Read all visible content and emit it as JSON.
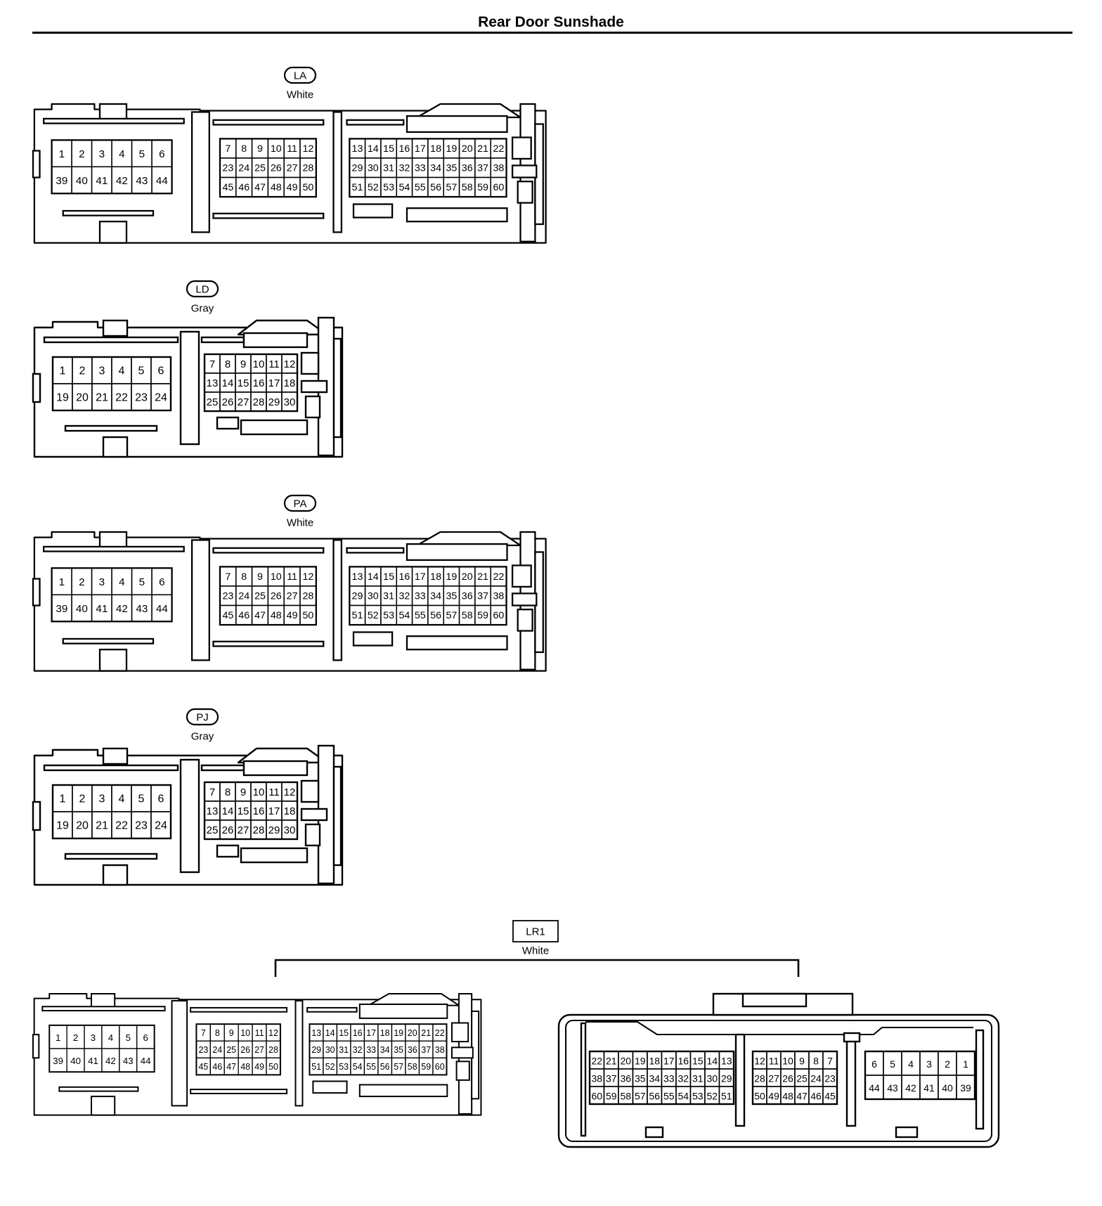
{
  "title": "Rear Door Sunshade",
  "connectors": [
    {
      "id": "LA",
      "color": "White",
      "badge": "pill",
      "size": "large",
      "pin_rows": [
        [
          "1",
          "2",
          "3",
          "4",
          "5",
          "6",
          "7",
          "8",
          "9",
          "10",
          "11",
          "12",
          "13",
          "14",
          "15",
          "16",
          "17",
          "18",
          "19",
          "20",
          "21",
          "22"
        ],
        [
          "39",
          "40",
          "41",
          "42",
          "43",
          "44",
          "23",
          "24",
          "25",
          "26",
          "27",
          "28",
          "29",
          "30",
          "31",
          "32",
          "33",
          "34",
          "35",
          "36",
          "37",
          "38"
        ],
        [
          "45",
          "46",
          "47",
          "48",
          "49",
          "50",
          "51",
          "52",
          "53",
          "54",
          "55",
          "56",
          "57",
          "58",
          "59",
          "60"
        ]
      ]
    },
    {
      "id": "LD",
      "color": "Gray",
      "badge": "pill",
      "size": "small",
      "pin_rows": [
        [
          "1",
          "2",
          "3",
          "4",
          "5",
          "6",
          "7",
          "8",
          "9",
          "10",
          "11",
          "12"
        ],
        [
          "19",
          "20",
          "21",
          "22",
          "23",
          "24",
          "13",
          "14",
          "15",
          "16",
          "17",
          "18"
        ],
        [
          "25",
          "26",
          "27",
          "28",
          "29",
          "30"
        ]
      ]
    },
    {
      "id": "PA",
      "color": "White",
      "badge": "pill",
      "size": "large",
      "pin_rows": [
        [
          "1",
          "2",
          "3",
          "4",
          "5",
          "6",
          "7",
          "8",
          "9",
          "10",
          "11",
          "12",
          "13",
          "14",
          "15",
          "16",
          "17",
          "18",
          "19",
          "20",
          "21",
          "22"
        ],
        [
          "39",
          "40",
          "41",
          "42",
          "43",
          "44",
          "23",
          "24",
          "25",
          "26",
          "27",
          "28",
          "29",
          "30",
          "31",
          "32",
          "33",
          "34",
          "35",
          "36",
          "37",
          "38"
        ],
        [
          "45",
          "46",
          "47",
          "48",
          "49",
          "50",
          "51",
          "52",
          "53",
          "54",
          "55",
          "56",
          "57",
          "58",
          "59",
          "60"
        ]
      ]
    },
    {
      "id": "PJ",
      "color": "Gray",
      "badge": "pill",
      "size": "small",
      "pin_rows": [
        [
          "1",
          "2",
          "3",
          "4",
          "5",
          "6",
          "7",
          "8",
          "9",
          "10",
          "11",
          "12"
        ],
        [
          "19",
          "20",
          "21",
          "22",
          "23",
          "24",
          "13",
          "14",
          "15",
          "16",
          "17",
          "18"
        ],
        [
          "25",
          "26",
          "27",
          "28",
          "29",
          "30"
        ]
      ]
    },
    {
      "id": "LR1",
      "color": "White",
      "badge": "box",
      "size": "pair",
      "pin_rows": [
        [
          "1",
          "2",
          "3",
          "4",
          "5",
          "6",
          "7",
          "8",
          "9",
          "10",
          "11",
          "12",
          "13",
          "14",
          "15",
          "16",
          "17",
          "18",
          "19",
          "20",
          "21",
          "22"
        ],
        [
          "39",
          "40",
          "41",
          "42",
          "43",
          "44",
          "23",
          "24",
          "25",
          "26",
          "27",
          "28",
          "29",
          "30",
          "31",
          "32",
          "33",
          "34",
          "35",
          "36",
          "37",
          "38"
        ],
        [
          "45",
          "46",
          "47",
          "48",
          "49",
          "50",
          "51",
          "52",
          "53",
          "54",
          "55",
          "56",
          "57",
          "58",
          "59",
          "60"
        ]
      ],
      "mating_pin_rows": [
        [
          "22",
          "21",
          "20",
          "19",
          "18",
          "17",
          "16",
          "15",
          "14",
          "13",
          "12",
          "11",
          "10",
          "9",
          "8",
          "7",
          "6",
          "5",
          "4",
          "3",
          "2",
          "1"
        ],
        [
          "38",
          "37",
          "36",
          "35",
          "34",
          "33",
          "32",
          "31",
          "30",
          "29",
          "28",
          "27",
          "26",
          "25",
          "24",
          "23",
          "44",
          "43",
          "42",
          "41",
          "40",
          "39"
        ],
        [
          "60",
          "59",
          "58",
          "57",
          "56",
          "55",
          "54",
          "53",
          "52",
          "51",
          "50",
          "49",
          "48",
          "47",
          "46",
          "45"
        ]
      ]
    }
  ]
}
